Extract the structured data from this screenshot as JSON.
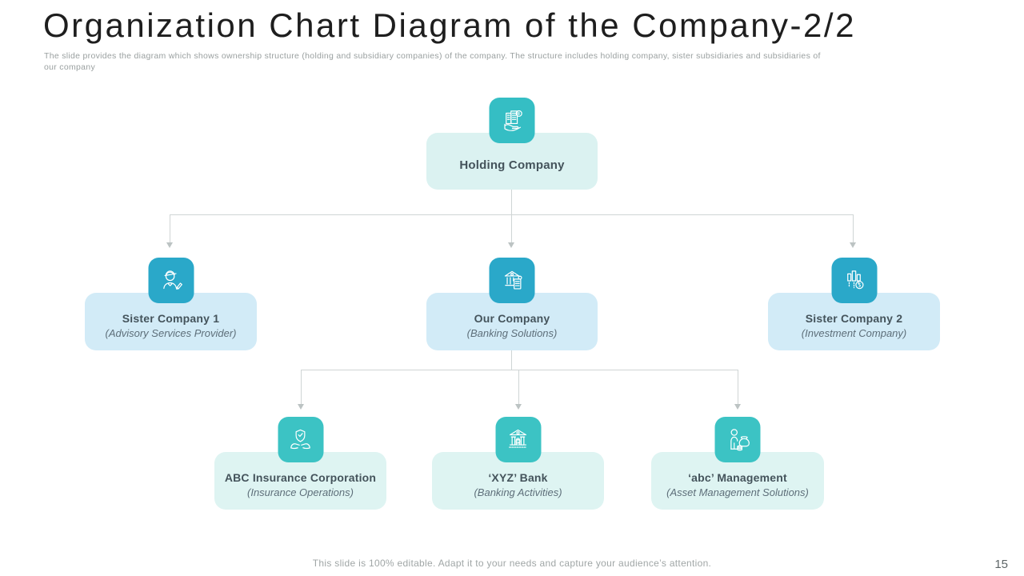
{
  "header": {
    "title": "Organization Chart Diagram of the Company-2/2",
    "subtitle_line1": "The slide provides the diagram which shows ownership structure (holding and subsidiary companies) of the company. The structure includes holding company, sister subsidiaries and subsidiaries of",
    "subtitle_line2": "our company"
  },
  "nodes": {
    "holding": {
      "title": "Holding Company"
    },
    "sister1": {
      "title": "Sister Company 1",
      "subtitle": "(Advisory Services Provider)"
    },
    "our": {
      "title": "Our Company",
      "subtitle": "(Banking Solutions)"
    },
    "sister2": {
      "title": "Sister Company 2",
      "subtitle": "(Investment Company)"
    },
    "insurance": {
      "title": "ABC Insurance Corporation",
      "subtitle": "(Insurance Operations)"
    },
    "bank": {
      "title": "‘XYZ’ Bank",
      "subtitle": "(Banking Activities)"
    },
    "management": {
      "title": "‘abc’ Management",
      "subtitle": "(Asset Management Solutions)"
    }
  },
  "icons": {
    "holding": "building-in-hand-icon",
    "sister1": "advisor-person-icon",
    "our": "bank-document-icon",
    "sister2": "investment-chart-coin-icon",
    "insurance": "hands-shield-check-icon",
    "bank": "bank-building-dollar-icon",
    "management": "person-money-bag-icon"
  },
  "colors": {
    "icon_teal": "#35bec4",
    "icon_blue": "#2aa8c9",
    "icon_teal_light": "#3cc3c4",
    "box_mint_top": "#dbf2f1",
    "box_blue": "#d2ebf7",
    "box_mint": "#def4f2",
    "connector": "#cfd5d5",
    "title_text": "#44535b"
  },
  "footer": {
    "text": "This slide is 100% editable. Adapt it to your needs and capture your audience’s attention.",
    "page_number": "15"
  }
}
